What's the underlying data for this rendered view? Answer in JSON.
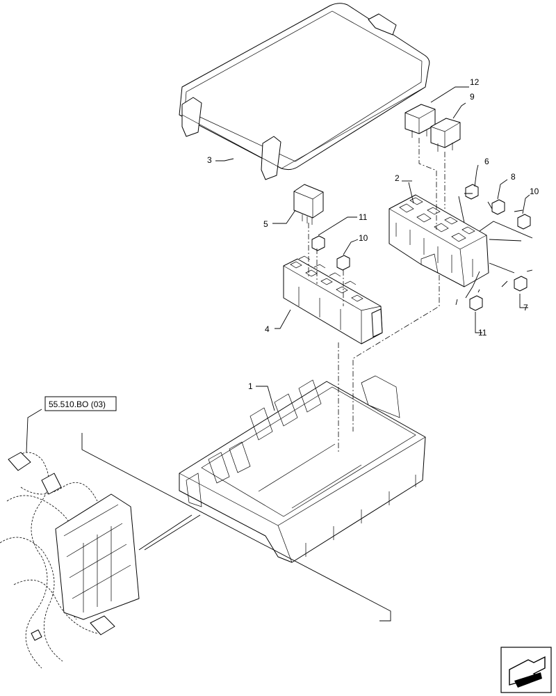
{
  "callouts": {
    "c1": "1",
    "c2": "2",
    "c3": "3",
    "c4": "4",
    "c5": "5",
    "c6": "6",
    "c7": "7",
    "c8": "8",
    "c9": "9",
    "c10a": "10",
    "c10b": "10",
    "c11a": "11",
    "c11b": "11",
    "c12": "12"
  },
  "reference_label": "55.510.BO (03)",
  "nav_icon": "arrow-page-icon"
}
